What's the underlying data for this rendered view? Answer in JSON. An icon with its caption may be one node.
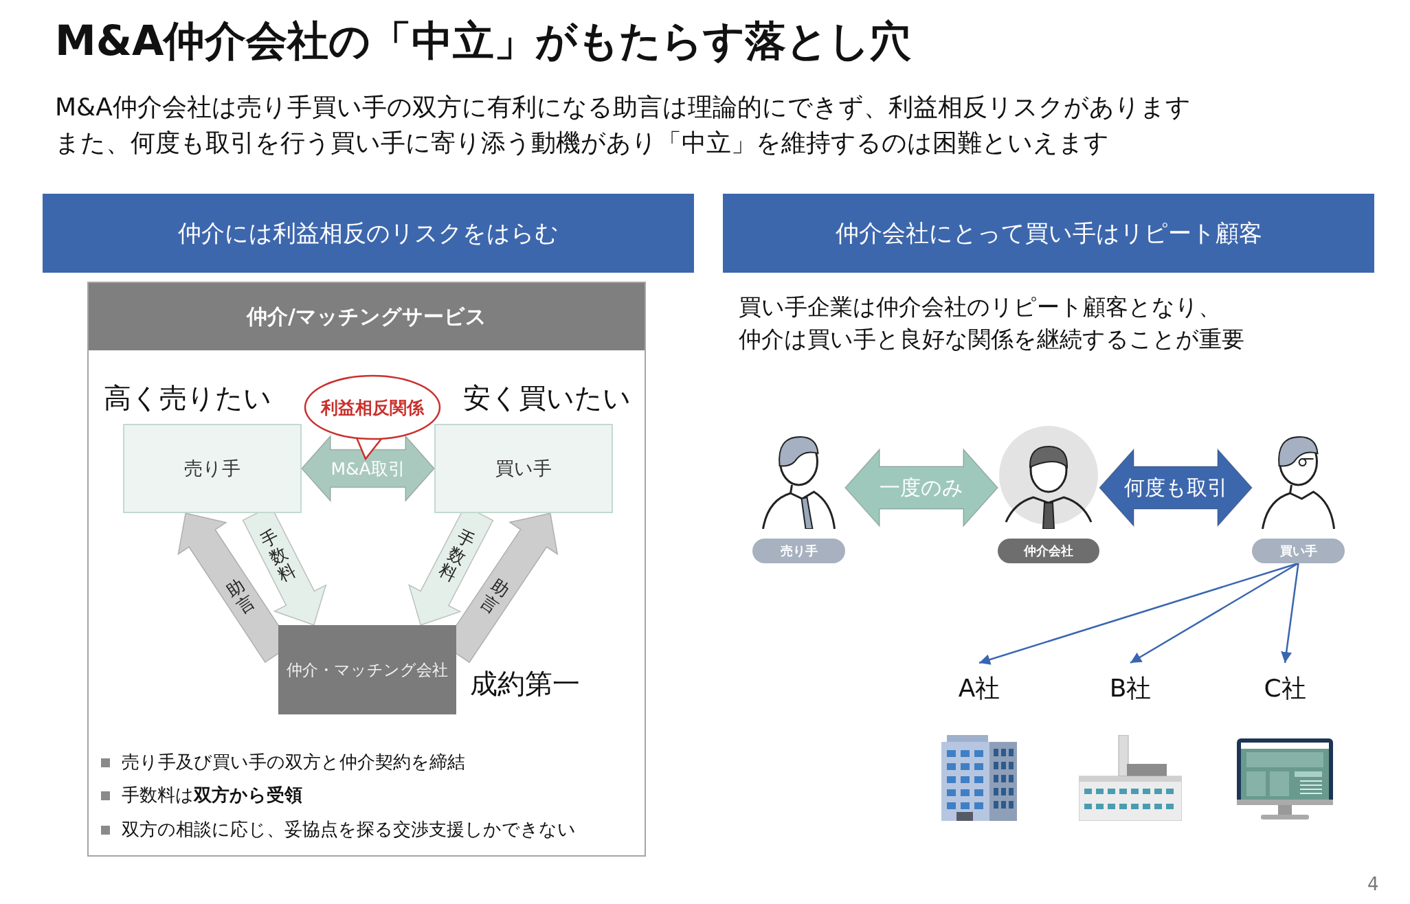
{
  "diagram": {
    "title": "M&A仲介会社の「中立」がもたらす落とし穴",
    "nodes": [
      {
        "text": [
          "仲介には利益相反のリスクをはらむ"
        ]
      },
      {
        "text": [
          "仲介会社にとって買い手はリピート顧客"
        ]
      },
      {
        "text": [
          "仲介/マッチングサービス"
        ]
      },
      {
        "text": [
          "売り手"
        ],
        "in": 2,
        "beside": [
          "高く売りたい"
        ]
      },
      {
        "text": [
          "買い手"
        ],
        "in": 2,
        "beside": [
          "安く買いたい"
        ]
      },
      {
        "text": [
          "利益相反関係"
        ],
        "in": 2
      },
      {
        "text": [
          "仲介・マッチング会社"
        ],
        "in": 2,
        "beside": [
          "成約第一"
        ]
      },
      {
        "text": [
          "売り手"
        ]
      },
      {
        "text": [
          "仲介会社"
        ]
      },
      {
        "text": [
          "買い手"
        ]
      },
      {
        "text": [
          "A社"
        ]
      },
      {
        "text": [
          "B社"
        ]
      },
      {
        "text": [
          "C社"
        ]
      }
    ],
    "edges": [
      {
        "from": 3,
        "to": 4,
        "arrow": "both",
        "label": "M&A取引",
        "style": "thick",
        "color": "#a9c9be"
      },
      {
        "from": 3,
        "to": 6,
        "arrow": "to",
        "label": "手数料",
        "style": "thick",
        "color": "#e4efea"
      },
      {
        "from": 6,
        "to": 3,
        "arrow": "to",
        "label": "助言",
        "style": "thick",
        "color": "#cdcdcd"
      },
      {
        "from": 4,
        "to": 6,
        "arrow": "to",
        "label": "手数料",
        "style": "thick",
        "color": "#e4efea"
      },
      {
        "from": 6,
        "to": 4,
        "arrow": "to",
        "label": "助言",
        "style": "thick",
        "color": "#cdcdcd"
      },
      {
        "from": 7,
        "to": 8,
        "arrow": "both",
        "label": "一度のみ",
        "style": "thick",
        "color": "#9fc8bc"
      },
      {
        "from": 8,
        "to": 9,
        "arrow": "both",
        "label": "何度も取引",
        "style": "thick",
        "color": "#3d67ad"
      },
      {
        "from": 9,
        "to": 10,
        "arrow": "to",
        "color": "#3a66b0"
      },
      {
        "from": 9,
        "to": 11,
        "arrow": "to",
        "color": "#3a66b0"
      },
      {
        "from": 9,
        "to": 12,
        "arrow": "to",
        "color": "#3a66b0"
      }
    ],
    "labels": [
      "M&A仲介会社は売り手買い手の双方に有利になる助言は理論的にできず、利益相反リスクがあります",
      "また、何度も取引を行う買い手に寄り添う動機があり「中立」を維持するのは困難といえます",
      "買い手企業は仲介会社のリピート顧客となり、",
      "仲介は買い手と良好な関係を継続することが重要",
      "売り手及び買い手の双方と仲介契約を締結",
      "手数料は**双方から受領**",
      "双方の相談に応じ、妥協点を探る交渉支援しかできない",
      "4"
    ]
  }
}
